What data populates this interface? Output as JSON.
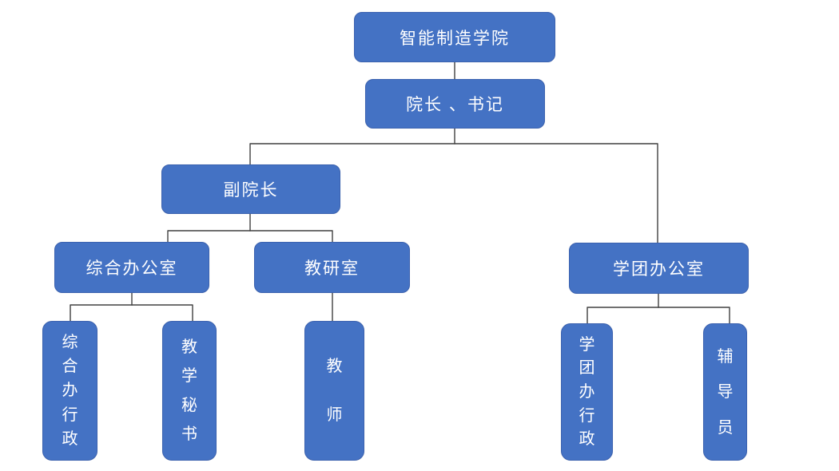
{
  "diagram": {
    "type": "org-chart",
    "accent_color": "#4472C4",
    "node_border_color": "#3B62B0",
    "node_text_color": "#FFFFFF",
    "line_color": "#404040",
    "background_color": "#FFFFFF",
    "nodes": {
      "root": "智能制造学院",
      "leaders": "院长 、书记",
      "vice_dean": "副院长",
      "general_office": "综合办公室",
      "teaching_research_office": "教研室",
      "student_affairs_office": "学团办公室",
      "general_office_admin": "综合办行政",
      "teaching_secretary": "教学秘书",
      "teachers": "教师",
      "student_affairs_admin": "学团办行政",
      "counselors": "辅导员"
    },
    "edges": [
      {
        "from": "root",
        "to": "leaders"
      },
      {
        "from": "leaders",
        "to": "vice_dean"
      },
      {
        "from": "leaders",
        "to": "student_affairs_office"
      },
      {
        "from": "vice_dean",
        "to": "general_office"
      },
      {
        "from": "vice_dean",
        "to": "teaching_research_office"
      },
      {
        "from": "general_office",
        "to": "general_office_admin"
      },
      {
        "from": "general_office",
        "to": "teaching_secretary"
      },
      {
        "from": "teaching_research_office",
        "to": "teachers"
      },
      {
        "from": "student_affairs_office",
        "to": "student_affairs_admin"
      },
      {
        "from": "student_affairs_office",
        "to": "counselors"
      }
    ]
  }
}
